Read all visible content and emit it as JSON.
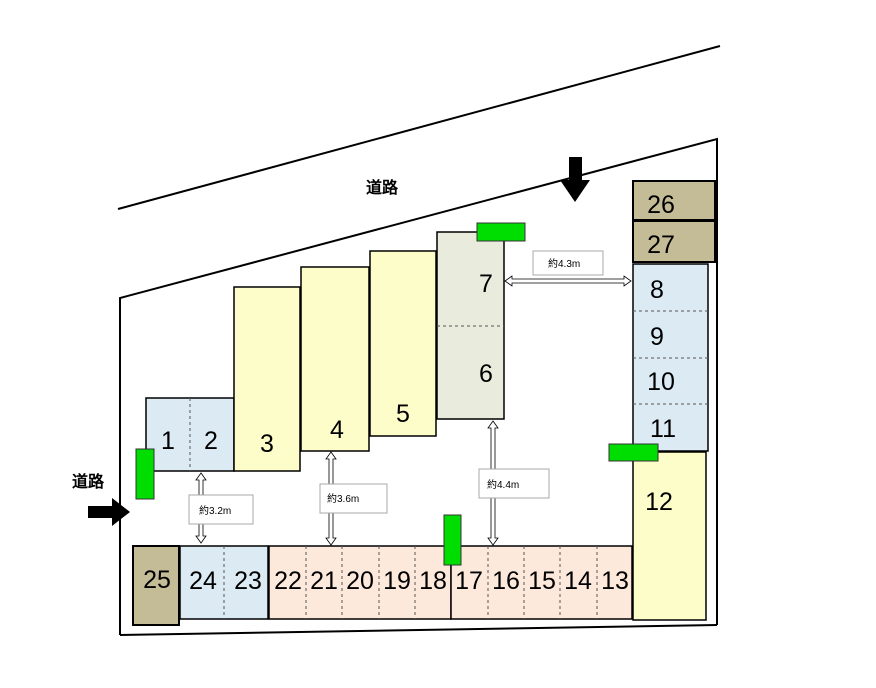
{
  "roads": {
    "top_label": "道路",
    "left_label": "道路"
  },
  "distances": {
    "d1": "約3.2m",
    "d2": "約3.6m",
    "d3": "約4.4m",
    "d4": "約4.3m"
  },
  "spaces": {
    "s1": "1",
    "s2": "2",
    "s3": "3",
    "s4": "4",
    "s5": "5",
    "s6": "6",
    "s7": "7",
    "s8": "8",
    "s9": "9",
    "s10": "10",
    "s11": "11",
    "s12": "12",
    "s13": "13",
    "s14": "14",
    "s15": "15",
    "s16": "16",
    "s17": "17",
    "s18": "18",
    "s19": "19",
    "s20": "20",
    "s21": "21",
    "s22": "22",
    "s23": "23",
    "s24": "24",
    "s25": "25",
    "s26": "26",
    "s27": "27"
  },
  "colors": {
    "light_blue": "#dbeaf3",
    "light_yellow": "#fdfdc9",
    "light_gray_green": "#e9ecdd",
    "peach": "#fde9dc",
    "khaki": "#c4bc96",
    "marker_green": "#00dd00"
  },
  "icons": {
    "entrance_arrow_top": "down-arrow-icon",
    "entrance_arrow_left": "right-arrow-icon",
    "marker": "green-marker-icon"
  }
}
